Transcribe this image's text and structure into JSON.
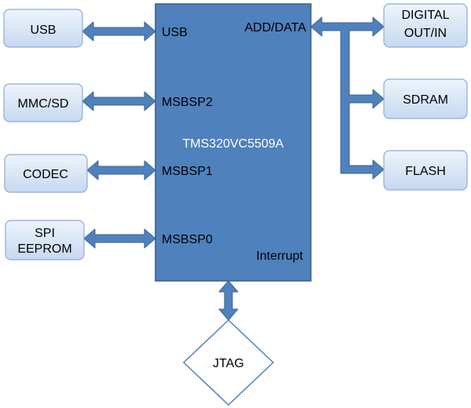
{
  "colors": {
    "box_fill_top": "#eef4fb",
    "box_fill_bottom": "#c6d9f0",
    "box_stroke": "#8eaadb",
    "chip_fill": "#4f81bd",
    "chip_stroke": "#385d8a",
    "arrow": "#4f81bd",
    "arrow_stroke": "#3a6495",
    "diamond_stroke": "#4f81bd"
  },
  "peripherals_left": [
    {
      "id": "usb",
      "lines": [
        "USB"
      ]
    },
    {
      "id": "mmc-sd",
      "lines": [
        "MMC/SD"
      ]
    },
    {
      "id": "codec",
      "lines": [
        "CODEC"
      ]
    },
    {
      "id": "spi-eeprom",
      "lines": [
        "SPI",
        "EEPROM"
      ]
    }
  ],
  "peripherals_right": [
    {
      "id": "digital-out-in",
      "lines": [
        "DIGITAL",
        "OUT/IN"
      ]
    },
    {
      "id": "sdram",
      "lines": [
        "SDRAM"
      ]
    },
    {
      "id": "flash",
      "lines": [
        "FLASH"
      ]
    }
  ],
  "chip": {
    "title": "TMS320VC5509A",
    "ports_left": [
      "USB",
      "MSBSP2",
      "MSBSP1",
      "MSBSP0"
    ],
    "port_right": "ADD/DATA",
    "interrupt": "Interrupt"
  },
  "debug": {
    "label": "JTAG"
  }
}
